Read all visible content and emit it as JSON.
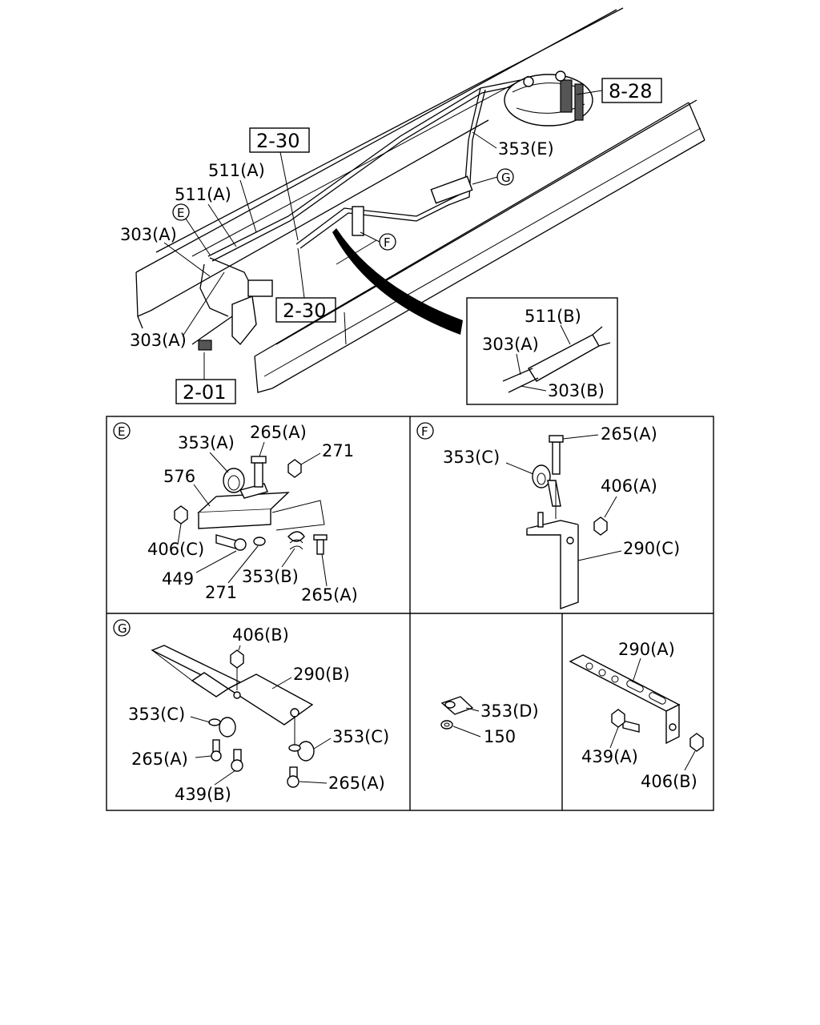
{
  "overview": {
    "refs": [
      "8-28",
      "2-30",
      "2-30",
      "2-01"
    ],
    "labels": [
      "353(E)",
      "511(A)",
      "511(A)",
      "303(A)",
      "303(A)"
    ],
    "circles": [
      "E",
      "F",
      "G"
    ],
    "inset": [
      "511(B)",
      "303(A)",
      "303(B)"
    ]
  },
  "panel_e": {
    "tag": "E",
    "labels": [
      "353(A)",
      "265(A)",
      "271",
      "576",
      "406(C)",
      "449",
      "271",
      "353(B)",
      "265(A)"
    ]
  },
  "panel_f": {
    "tag": "F",
    "labels": [
      "265(A)",
      "353(C)",
      "406(A)",
      "290(C)"
    ]
  },
  "panel_g": {
    "tag": "G",
    "labels": [
      "406(B)",
      "290(B)",
      "353(C)",
      "353(C)",
      "265(A)",
      "265(A)",
      "439(B)"
    ]
  },
  "panel_d": {
    "labels": [
      "353(D)",
      "150"
    ]
  },
  "panel_a": {
    "labels": [
      "290(A)",
      "439(A)",
      "406(B)"
    ]
  }
}
